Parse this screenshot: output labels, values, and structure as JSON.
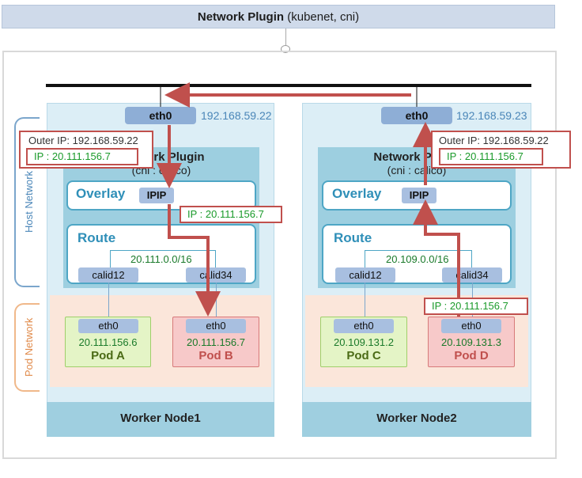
{
  "header": {
    "title": "Network Plugin",
    "subtitle": "(kubenet, cni)"
  },
  "side_labels": {
    "host": "Host Network",
    "pod": "Pod Network"
  },
  "nodes": [
    {
      "eth": "eth0",
      "host_ip": "192.168.59.22",
      "plugin_title": "Network Plugin",
      "plugin_sub": "(cni : calico)",
      "overlay": "Overlay",
      "ipip": "IPIP",
      "route": "Route",
      "subnet": "20.111.0.0/16",
      "calid_left": "calid12",
      "calid_right": "calid34",
      "pods": [
        {
          "eth": "eth0",
          "ip": "20.111.156.6",
          "name": "Pod A"
        },
        {
          "eth": "eth0",
          "ip": "20.111.156.7",
          "name": "Pod B"
        }
      ],
      "footer": "Worker Node1"
    },
    {
      "eth": "eth0",
      "host_ip": "192.168.59.23",
      "plugin_title": "Network Plugin",
      "plugin_sub": "(cni : calico)",
      "overlay": "Overlay",
      "ipip": "IPIP",
      "route": "Route",
      "subnet": "20.109.0.0/16",
      "calid_left": "calid12",
      "calid_right": "calid34",
      "pods": [
        {
          "eth": "eth0",
          "ip": "20.109.131.2",
          "name": "Pod C"
        },
        {
          "eth": "eth0",
          "ip": "20.109.131.3",
          "name": "Pod D"
        }
      ],
      "footer": "Worker Node2"
    }
  ],
  "callouts": {
    "node1_outer": "Outer IP: 192.168.59.22",
    "node1_inner": "IP : 20.111.156.7",
    "node1_ipip": "IP : 20.111.156.7",
    "node2_outer": "Outer IP: 192.168.59.22",
    "node2_inner": "IP : 20.111.156.7",
    "node2_pod": "IP : 20.111.156.7"
  },
  "colors": {
    "arrow": "#c0504d",
    "pod_green": "#e4f4c6",
    "pod_red": "#f7c9c9",
    "accent": "#2f8fb8"
  }
}
